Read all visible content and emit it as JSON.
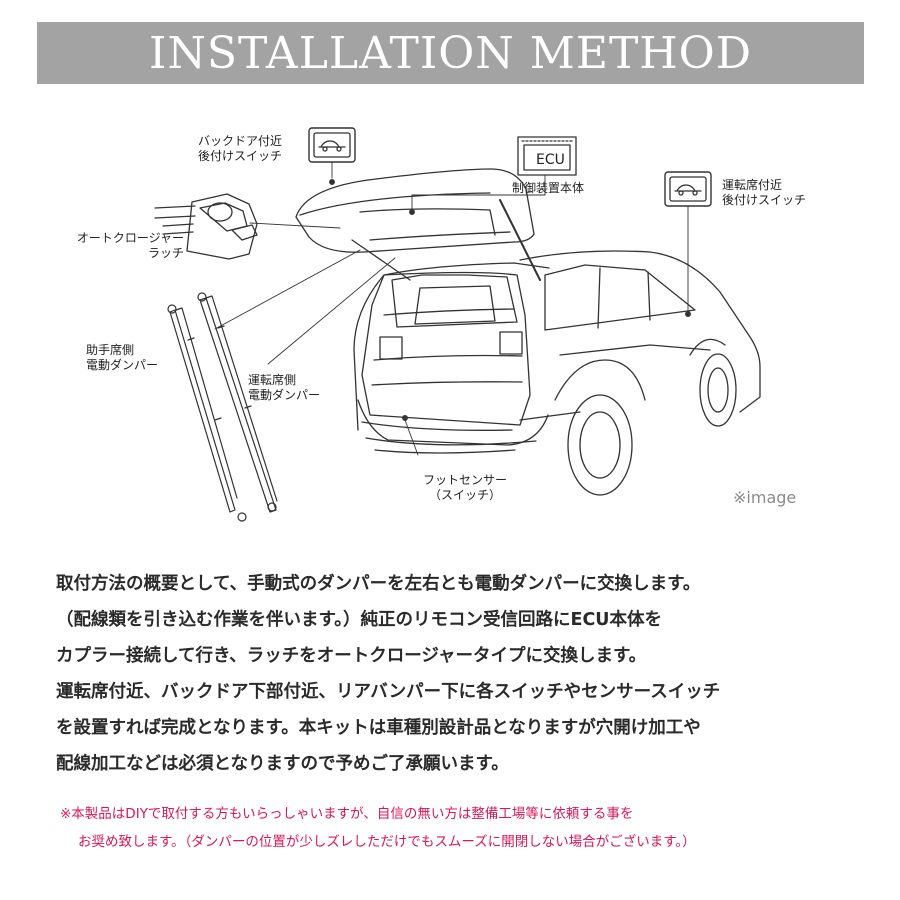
{
  "header": {
    "title": "INSTALLATION METHOD"
  },
  "diagram": {
    "labels": {
      "back_door_switch": [
        "バックドア付近",
        "後付けスイッチ"
      ],
      "ecu_box_text": "ECU",
      "ecu_unit": "制御装置本体",
      "driver_switch": [
        "運転席付近",
        "後付けスイッチ"
      ],
      "auto_closer_latch": [
        "オートクロージャー",
        "ラッチ"
      ],
      "passenger_damper": [
        "助手席側",
        "電動ダンパー"
      ],
      "driver_damper": [
        "運転席側",
        "電動ダンパー"
      ],
      "foot_sensor": [
        "フットセンサー",
        "（スイッチ）"
      ]
    },
    "watermark": "※image",
    "icons": [
      "switch-car-icon",
      "ecu-module-icon",
      "suv-illustration",
      "damper-illustration",
      "latch-illustration"
    ]
  },
  "description": [
    "取付方法の概要として、手動式のダンパーを左右とも電動ダンパーに交換します。",
    "（配線類を引き込む作業を伴います。）純正のリモコン受信回路にECU本体を",
    "カプラー接続して行き、ラッチをオートクロージャータイプに交換します。",
    "運転席付近、バックドア下部付近、リアバンパー下に各スイッチやセンサースイッチ",
    "を設置すれば完成となります。本キットは車種別設計品となりますが穴開け加工や",
    "配線加工などは必須となりますので予めご了承願います。"
  ],
  "notice": [
    "※本製品はDIYで取付する方もいらっしゃいますが、自信の無い方は整備工場等に依頼する事を",
    "お奨め致します。（ダンパーの位置が少しズレしただけでもスムーズに開閉しない場合がございます。）"
  ],
  "colors": {
    "banner": "#a3a3a3",
    "notice": "#d8185a",
    "text": "#2a2a2a"
  }
}
